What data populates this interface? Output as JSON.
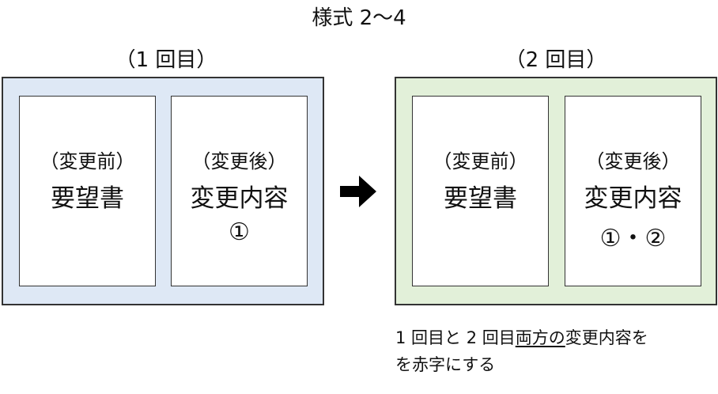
{
  "title": "様式 2〜4",
  "rounds": [
    {
      "label": "（1 回目）",
      "bg_color": "#deE8f5",
      "before": {
        "sub": "（変更前）",
        "main": "要望書"
      },
      "after": {
        "sub": "（変更後）",
        "main": "変更内容",
        "num": "①"
      }
    },
    {
      "label": "（2 回目）",
      "bg_color": "#e2f0d9",
      "before": {
        "sub": "（変更前）",
        "main": "要望書"
      },
      "after": {
        "sub": "（変更後）",
        "main": "変更内容",
        "num": "①・②"
      }
    }
  ],
  "arrow": "right-arrow",
  "note": {
    "line1_a": "1 回目と 2 回目",
    "line1_u": "両方の",
    "line1_b": "変更内容を",
    "line2": "を赤字にする"
  }
}
